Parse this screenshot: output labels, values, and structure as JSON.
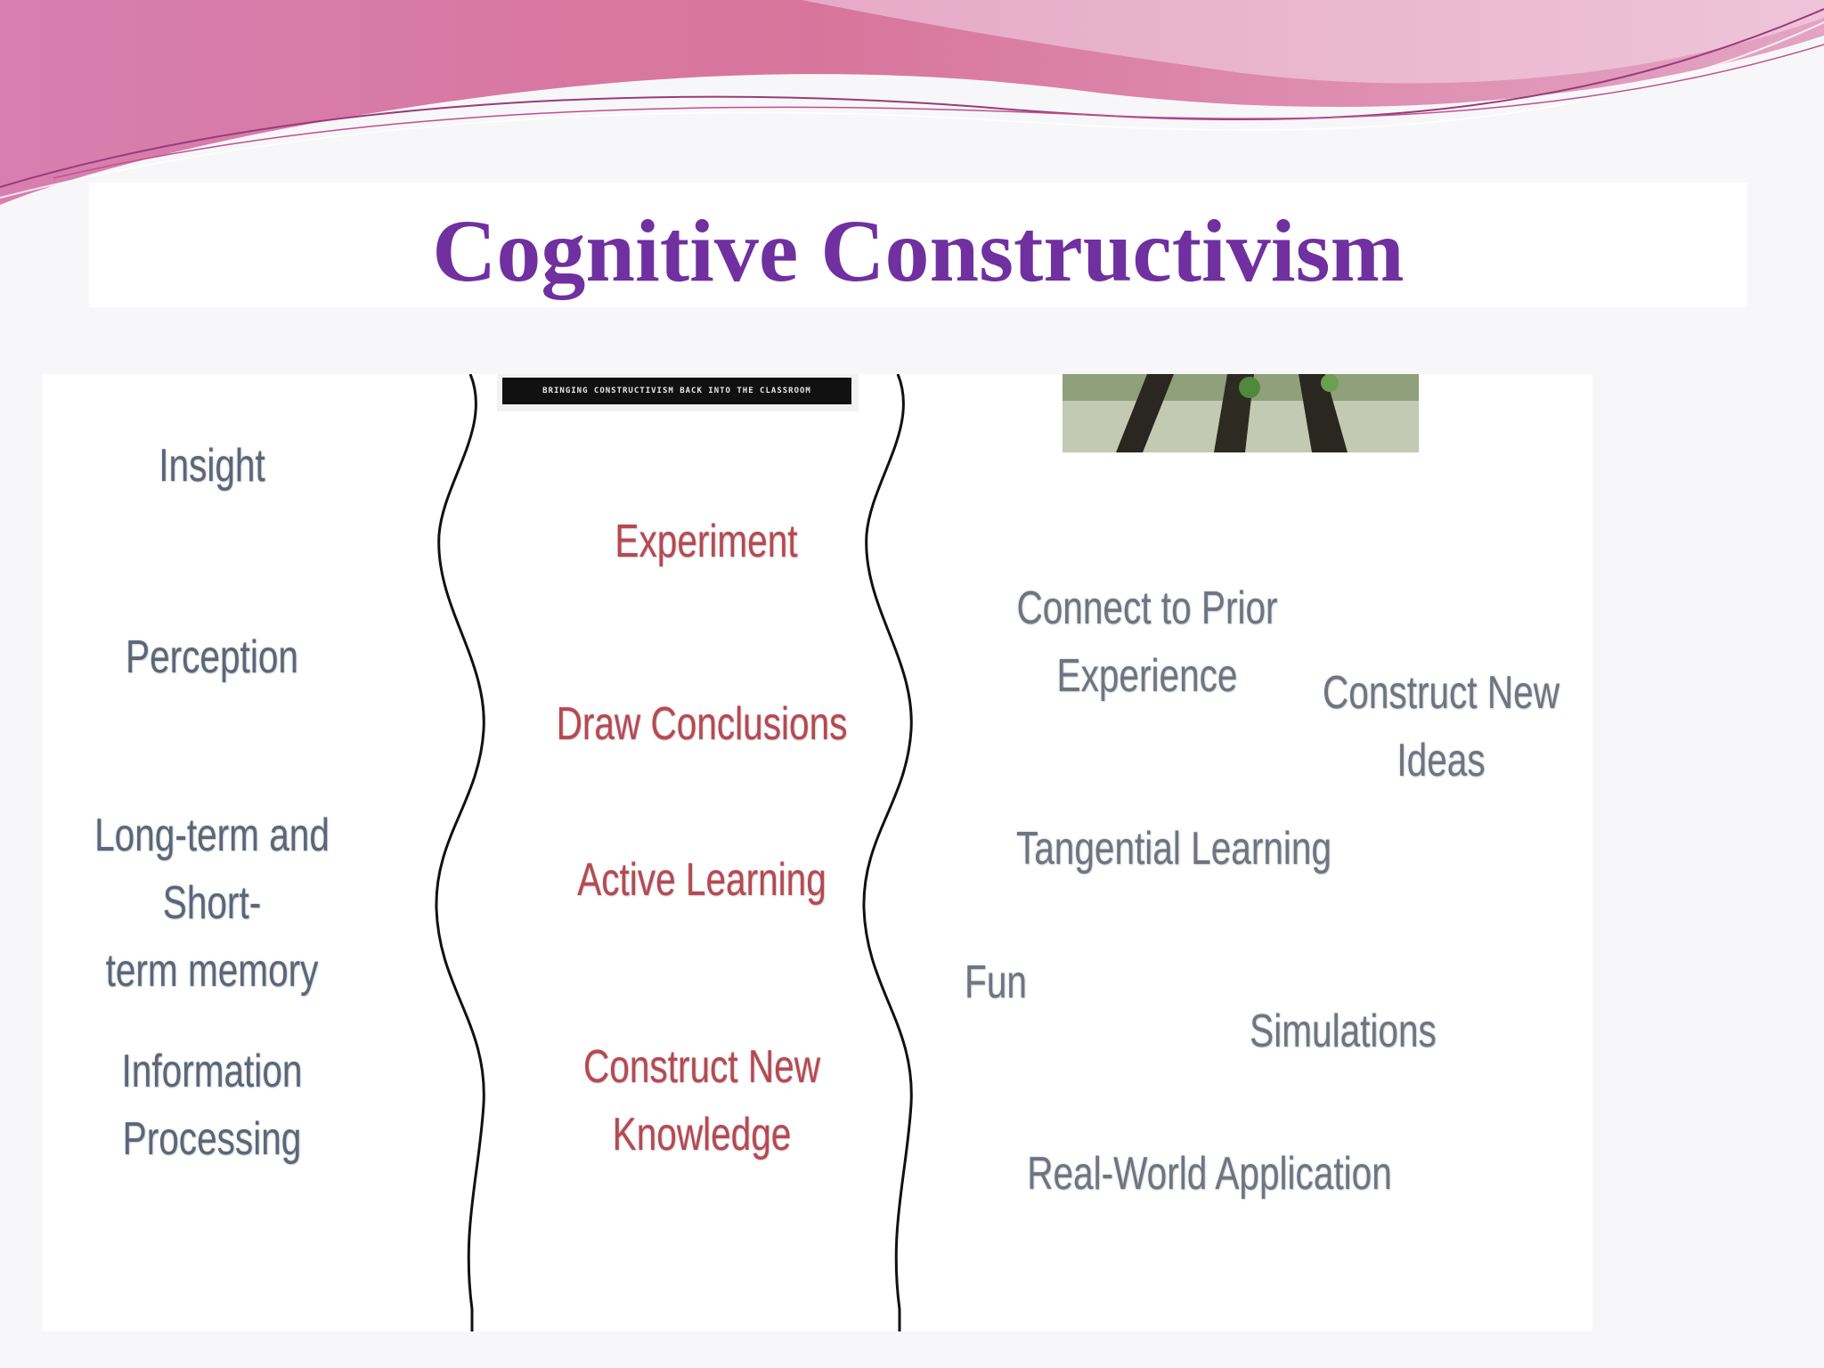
{
  "slide": {
    "title": "Cognitive Constructivism",
    "colors": {
      "title": "#7030a0",
      "header_wave": "#d8709a",
      "left_column_text": "#5b6678",
      "middle_column_text": "#b8484f",
      "right_column_text": "#6f7480"
    }
  },
  "image": {
    "banner_text": "BRINGING CONSTRUCTIVISM BACK INTO THE CLASSROOM",
    "left_column": {
      "items": [
        "Insight",
        "Perception",
        "Long-term and Short-\nterm memory",
        "Information\nProcessing"
      ]
    },
    "middle_column": {
      "items": [
        "Experiment",
        "Draw Conclusions",
        "Active Learning",
        "Construct New\nKnowledge"
      ]
    },
    "right_column": {
      "items": [
        "Connect to Prior\nExperience",
        "Construct New\nIdeas",
        "Tangential Learning",
        "Fun",
        "Simulations",
        "Real-World Application"
      ]
    }
  }
}
